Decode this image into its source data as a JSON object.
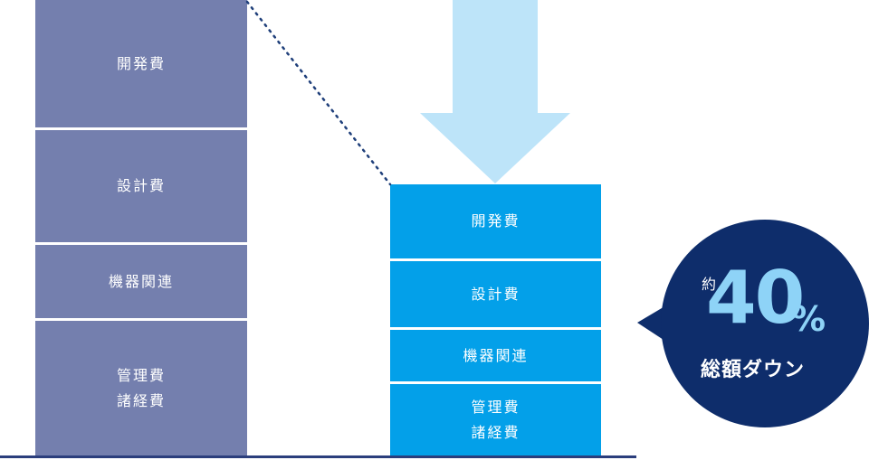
{
  "before": {
    "segments": [
      {
        "label": "開発費"
      },
      {
        "label": "設計費"
      },
      {
        "label": "機器関連"
      },
      {
        "label": "管理費\n諸経費"
      }
    ]
  },
  "after": {
    "segments": [
      {
        "label": "開発費"
      },
      {
        "label": "設計費"
      },
      {
        "label": "機器関連"
      },
      {
        "label": "管理費\n諸経費"
      }
    ]
  },
  "badge": {
    "prefix": "約",
    "number": "40",
    "unit": "%",
    "caption": "総額ダウン"
  },
  "colors": {
    "before": "#747fae",
    "after": "#03a0e9",
    "arrow": "#bde4f9",
    "badge": "#0e2d6b",
    "accent": "#8ed3f7"
  }
}
